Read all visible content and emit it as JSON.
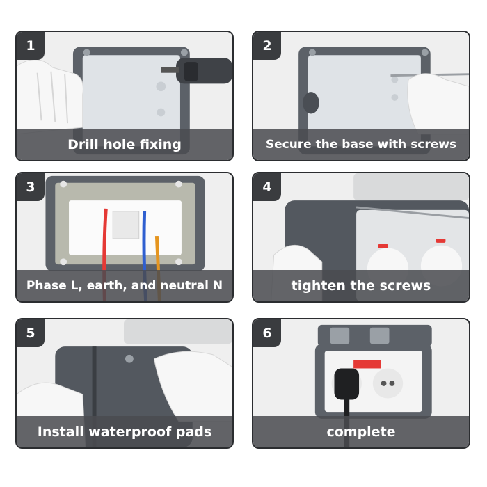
{
  "steps": [
    {
      "number": "1",
      "caption": "Drill hole fixing"
    },
    {
      "number": "2",
      "caption": "Secure the base with screws"
    },
    {
      "number": "3",
      "caption": "Phase L, earth, and neutral N"
    },
    {
      "number": "4",
      "caption": "tighten the screws"
    },
    {
      "number": "5",
      "caption": "Install waterproof pads"
    },
    {
      "number": "6",
      "caption": "complete"
    }
  ],
  "colors": {
    "badge": "#3a3c3f",
    "caption_bg": "#4a4c50",
    "box_gray": "#5c6168",
    "wire_phase": "#e53935",
    "wire_neutral": "#2f5fd0",
    "wire_earth": "#e5951f"
  }
}
